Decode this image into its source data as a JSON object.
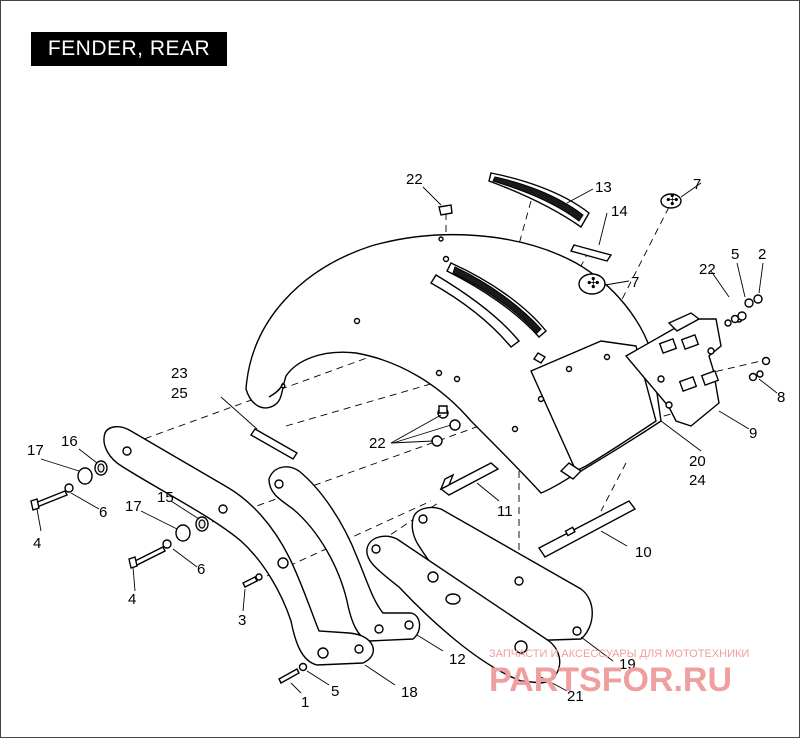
{
  "title": "FENDER, REAR",
  "watermark": {
    "line1": "ЗАПЧАСТИ И АКСЕССУАРЫ ДЛЯ МОТОТЕХНИКИ",
    "line2": "PARTSFOR.RU",
    "color": "#ef9f9f"
  },
  "callouts": [
    "1",
    "2",
    "3",
    "4",
    "4",
    "5",
    "5",
    "6",
    "6",
    "7",
    "7",
    "8",
    "9",
    "10",
    "11",
    "12",
    "13",
    "14",
    "15",
    "16",
    "17",
    "17",
    "18",
    "19",
    "20",
    "21",
    "22",
    "22",
    "22",
    "23",
    "24",
    "25"
  ]
}
